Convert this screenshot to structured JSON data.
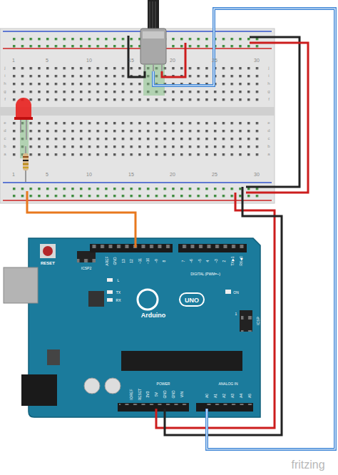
{
  "diagram": {
    "labels": [
      "1",
      "5",
      "10",
      "15",
      "20",
      "25",
      "30",
      "1",
      "5",
      "10",
      "15",
      "20",
      "25",
      "30",
      "j",
      "i",
      "h",
      "g",
      "f",
      "e",
      "d",
      "c",
      "b",
      "a",
      "j",
      "i",
      "h",
      "g",
      "f",
      "e",
      "d",
      "c",
      "b",
      "a",
      "RESET",
      "ICSP2",
      "AREF",
      "GND",
      "13",
      "12",
      "~11",
      "~10",
      "~9",
      "8",
      "7",
      "~6",
      "~5",
      "4",
      "~3",
      "2",
      "TX▶1",
      "RX◀0",
      "DIGITAL (PWM=~)",
      "L",
      "TX",
      "RX",
      "Arduino",
      "UNO",
      "ON",
      "ICSP",
      "1",
      "IOREF",
      "RESET",
      "3V3",
      "5V",
      "GND",
      "GND",
      "VIN",
      "POWER",
      "A0",
      "A1",
      "A2",
      "A3",
      "A4",
      "A5",
      "ANALOG IN",
      "fritzing"
    ]
  }
}
